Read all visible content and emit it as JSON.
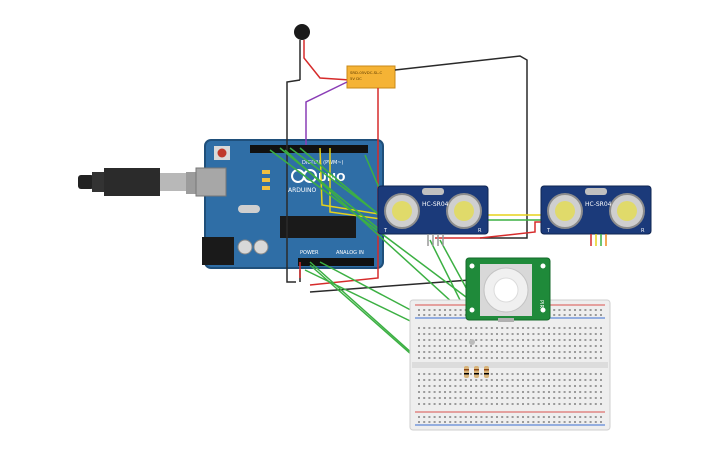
{
  "arduino": {
    "logo_text": "UNO",
    "brand_text": "ARDUINO",
    "header_digital": "DIGITAL (PWM~)",
    "header_power": "POWER",
    "header_analog": "ANALOG IN",
    "colors": {
      "board": "#2f6ea6",
      "board_dark": "#1f4f7a"
    }
  },
  "relay": {
    "label_line1": "SRD-05VDC-SL-C",
    "label_line2": "5V DC",
    "colors": {
      "body": "#f5b335"
    }
  },
  "sensor_left": {
    "label": "HC-SR04",
    "side_l": "T",
    "side_r": "R",
    "colors": {
      "pcb": "#1b3a7a"
    }
  },
  "sensor_right": {
    "label": "HC-SR04",
    "side_l": "T",
    "side_r": "R",
    "colors": {
      "pcb": "#1b3a7a"
    }
  },
  "pir": {
    "label": "PIR",
    "colors": {
      "pcb": "#1f8a3a",
      "dome": "#f0f0f0"
    }
  },
  "breadboard": {
    "colors": {
      "body": "#eeeeee",
      "rail_red": "#d9534f",
      "rail_blue": "#3b6fd1"
    }
  },
  "wire_colors": {
    "green": "#3cb043",
    "red": "#d62b2b",
    "black": "#2a2a2a",
    "yellow": "#e6d21a",
    "purple": "#8a3db6",
    "orange": "#f08a1c"
  }
}
